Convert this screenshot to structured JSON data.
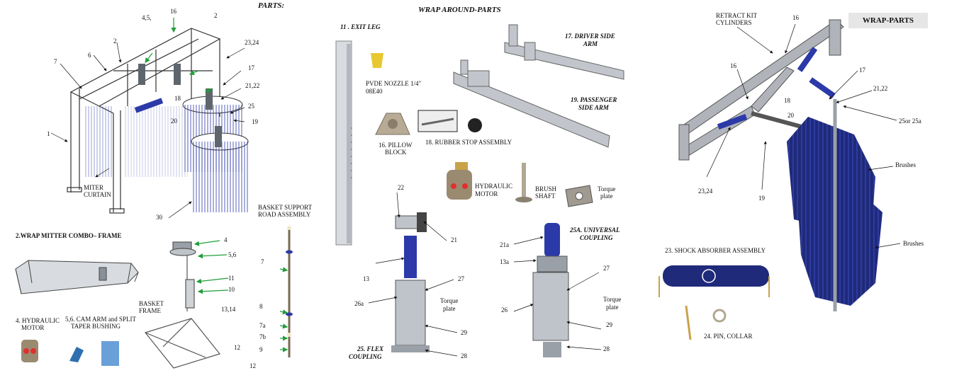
{
  "headings": {
    "parts": "PARTS:",
    "wrap_around": "WRAP AROUND-PARTS",
    "wrap_parts": "WRAP-PARTS"
  },
  "captions": {
    "exit_leg": "11 . EXIT LEG",
    "driver_arm_1": "17. DRIVER SIDE",
    "driver_arm_2": "ARM",
    "passenger_arm_1": "19. PASSENGER",
    "passenger_arm_2": "SIDE ARM",
    "flex_coupling_1": "25. FLEX",
    "flex_coupling_2": "COUPLING",
    "universal_coupling_1": "25A. UNIVERSAL",
    "universal_coupling_2": "COUPLING",
    "wrap_mitter_frame": "2.WRAP MITTER COMBO– FRAME"
  },
  "labels": {
    "nozzle_1": "PVDE NOZZLE 1/4\"",
    "nozzle_2": "08E40",
    "pillow_1": "16. PILLOW",
    "pillow_2": "BLOCK",
    "rubber_stop": "18. RUBBER STOP ASSEMBLY",
    "hyd_motor_1": "HYDRAULIC",
    "hyd_motor_2": "MOTOR",
    "brush_shaft_1": "BRUSH",
    "brush_shaft_2": "SHAFT",
    "torque_plate_1": "Torque",
    "torque_plate_2": "plate",
    "basket_support_1": "BASKET SUPPORT",
    "basket_support_2": "ROAD ASSEMBLY",
    "miter_curtain_1": "MITER",
    "miter_curtain_2": "CURTAIN",
    "hyd_motor4_1": "4. HYDRAULIC",
    "hyd_motor4_2": "MOTOR",
    "cam_arm_1": "5,6. CAM ARM and SPLIT",
    "cam_arm_2": "TAPER BUSHING",
    "basket_frame_1": "BASKET",
    "basket_frame_2": "FRAME",
    "retract_1": "RETRACT KIT",
    "retract_2": "CYLINDERS",
    "shock": "23. SHOCK ABSORBER ASSEMBLY",
    "pin_collar": "24. PIN, COLLAR",
    "brushes": "Brushes",
    "coupling_25": "25or 25a"
  },
  "callouts": {
    "n1": "1",
    "n2a": "2",
    "n2b": "2",
    "n45": "4,5,",
    "n16a": "16",
    "n6": "6",
    "n7a": "7",
    "n2324a": "23,24",
    "n17a": "17",
    "n18a": "18",
    "n2122a": "21,22",
    "n25a": "25",
    "n20a": "20",
    "n19a": "19",
    "n30": "30",
    "n4": "4",
    "n56": "5,6",
    "n11": "11",
    "n10": "10",
    "n1314": "13,14",
    "n12a": "12",
    "n12b": "12",
    "n7b": "7",
    "n8": "8",
    "n7a2": "7a",
    "n7b2": "7b",
    "n9": "9",
    "n22": "22",
    "n21": "21",
    "n13": "13",
    "n27a": "27",
    "n26a": "26a",
    "n29a": "29",
    "n28a": "28",
    "n21a": "21a",
    "n13a": "13a",
    "n27b": "27",
    "n26": "26",
    "n29b": "29",
    "n28b": "28",
    "n16b": "16",
    "n16c": "16",
    "n17b": "17",
    "n18b": "18",
    "n2122b": "21,22",
    "n20b": "20",
    "n2324b": "23,24",
    "n19b": "19"
  },
  "colors": {
    "steel": "#9aa0a8",
    "steel_dark": "#5f656d",
    "blue": "#2b3aa8",
    "brush_blue": "#1f2a7a",
    "arrow_green": "#1f9e3a",
    "gold": "#e8c830",
    "brass": "#c9a24a"
  }
}
